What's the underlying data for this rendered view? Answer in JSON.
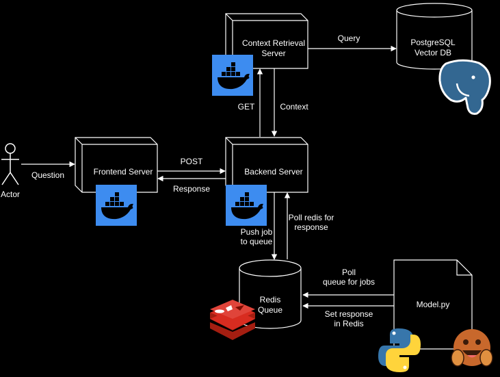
{
  "actor": {
    "label": "Actor"
  },
  "nodes": {
    "frontend": "Frontend Server",
    "backend": "Backend Server",
    "context_line1": "Context Retrieval",
    "context_line2": "Server",
    "postgres_line1": "PostgreSQL",
    "postgres_line2": "Vector DB",
    "redis_line1": "Redis",
    "redis_line2": "Queue",
    "model": "Model.py"
  },
  "edges": {
    "question": "Question",
    "post": "POST",
    "response": "Response",
    "get": "GET",
    "context": "Context",
    "query": "Query",
    "push_line1": "Push job",
    "push_line2": "to queue",
    "poll_redis_line1": "Poll redis for",
    "poll_redis_line2": "response",
    "poll_queue_line1": "Poll",
    "poll_queue_line2": "queue for jobs",
    "set_response_line1": "Set response",
    "set_response_line2": "in Redis"
  },
  "icons": {
    "docker": "docker-icon",
    "postgres": "postgresql-elephant-icon",
    "redis": "redis-icon",
    "python": "python-icon",
    "huggingface": "hugging-face-icon"
  },
  "colors": {
    "background": "#000000",
    "stroke": "#ffffff",
    "docker_tile": "#3d8cf0",
    "postgres_blue": "#336791",
    "redis_red": "#d82c20",
    "python_blue": "#3776ab",
    "python_yellow": "#ffd43b",
    "hf_orange": "#c8682c"
  }
}
